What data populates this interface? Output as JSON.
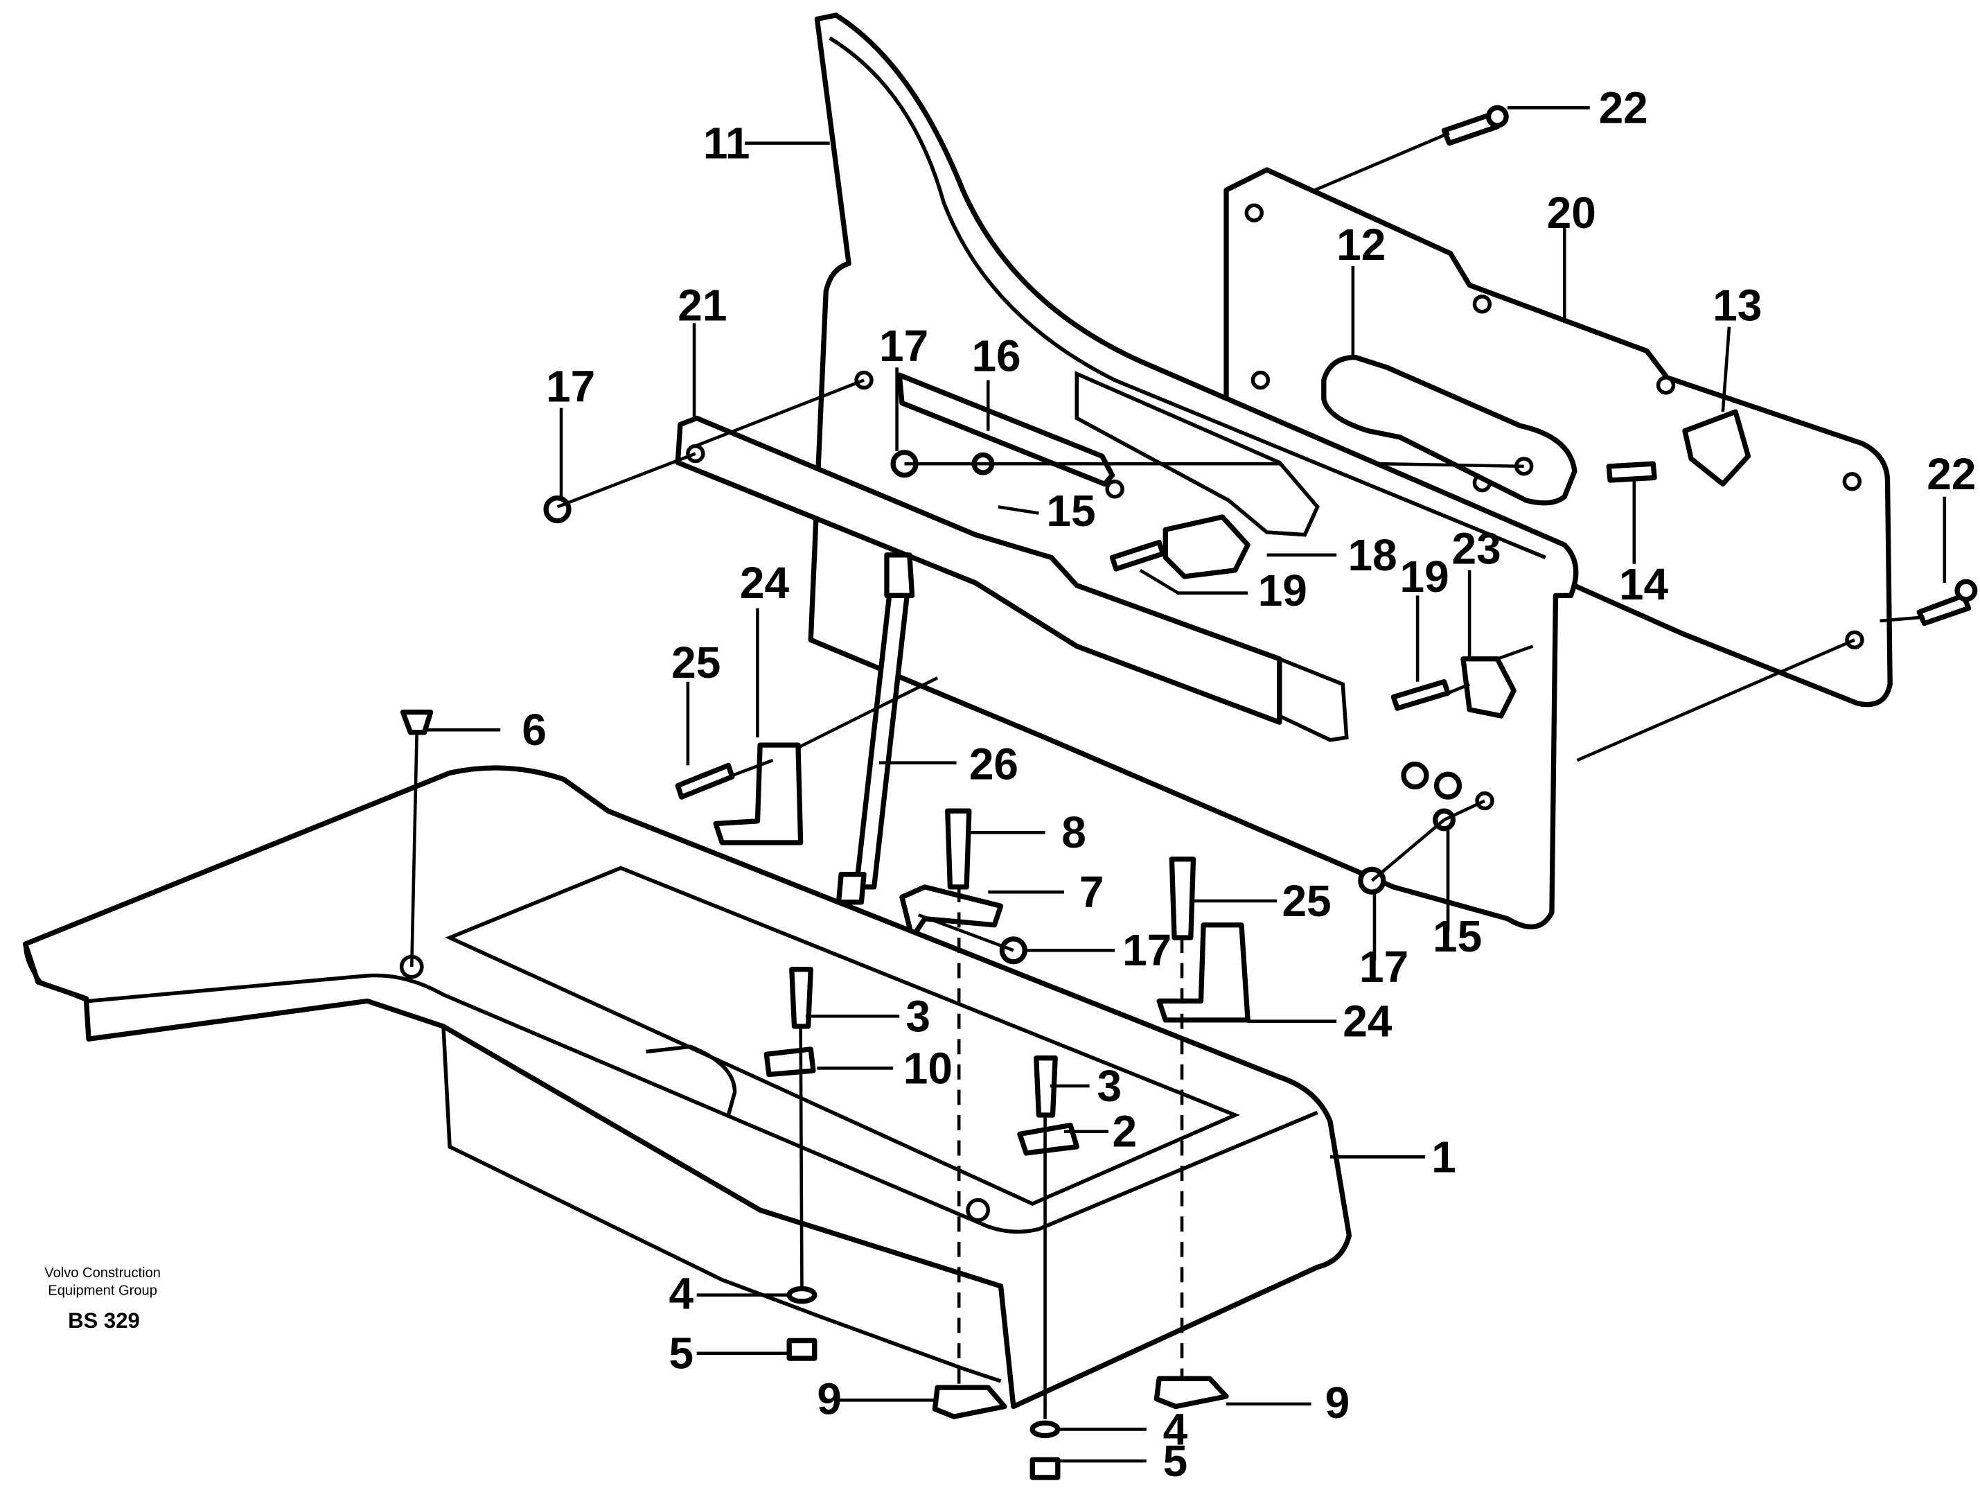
{
  "parts": [
    "1",
    "2",
    "3",
    "4",
    "5",
    "6",
    "7",
    "8",
    "9",
    "10",
    "11",
    "12",
    "13",
    "14",
    "15",
    "16",
    "17",
    "18",
    "19",
    "20",
    "21",
    "22",
    "23",
    "24",
    "25",
    "26"
  ],
  "credit": {
    "line1": "Volvo Construction",
    "line2": "Equipment Group",
    "code": "BS 329"
  }
}
